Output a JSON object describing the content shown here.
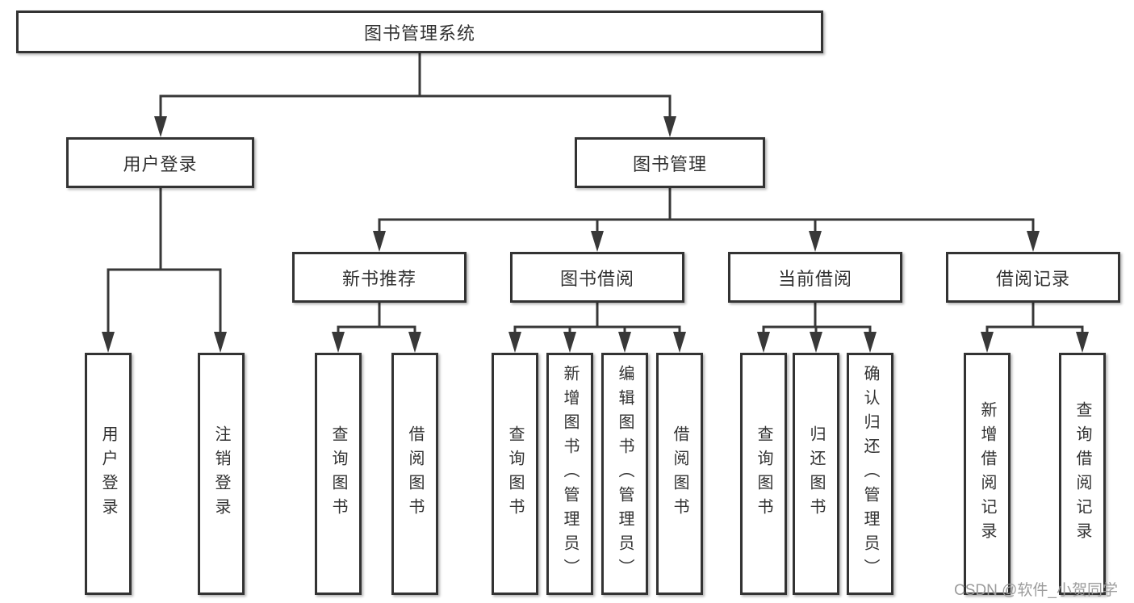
{
  "tree": {
    "root": {
      "label": "图书管理系统"
    },
    "branches": [
      {
        "label": "用户登录",
        "children": [
          {
            "label": "用户登录"
          },
          {
            "label": "注销登录"
          }
        ]
      },
      {
        "label": "图书管理",
        "children": [
          {
            "label": "新书推荐",
            "children": [
              {
                "label": "查询图书"
              },
              {
                "label": "借阅图书"
              }
            ]
          },
          {
            "label": "图书借阅",
            "children": [
              {
                "label": "查询图书"
              },
              {
                "label": "新增图书（管理员）"
              },
              {
                "label": "编辑图书（管理员）"
              },
              {
                "label": "借阅图书"
              }
            ]
          },
          {
            "label": "当前借阅",
            "children": [
              {
                "label": "查询图书"
              },
              {
                "label": "归还图书"
              },
              {
                "label": "确认归还（管理员）"
              }
            ]
          },
          {
            "label": "借阅记录",
            "children": [
              {
                "label": "新增借阅记录"
              },
              {
                "label": "查询借阅记录"
              }
            ]
          }
        ]
      }
    ]
  },
  "watermark": {
    "text": "CSDN @软件_小贺同学"
  },
  "colors": {
    "line": "#383838",
    "box_border": "#333333",
    "text": "#323232",
    "watermark": "#9c9c9c",
    "background": "#ffffff"
  }
}
